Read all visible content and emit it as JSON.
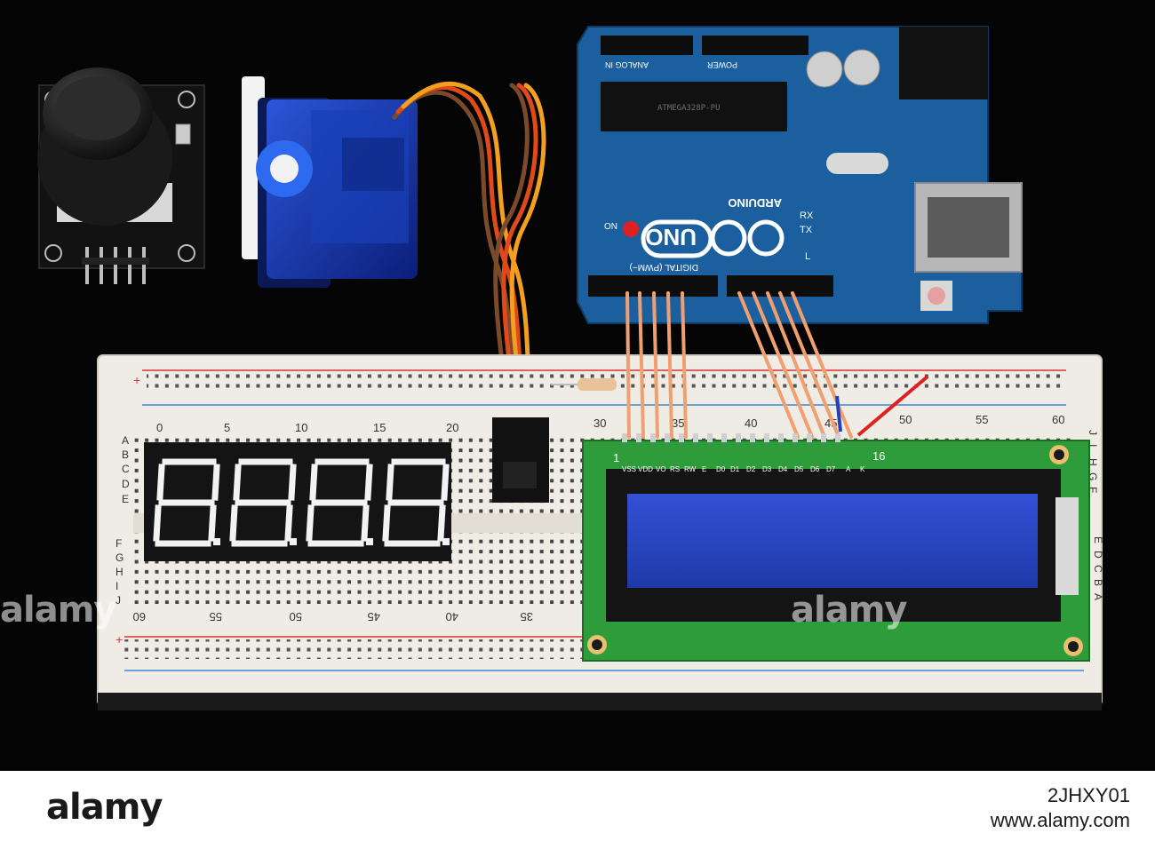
{
  "watermark": {
    "brand": "alamy",
    "image_id": "2JHXY01",
    "site": "www.alamy.com"
  },
  "arduino": {
    "brand": "ARDUINO",
    "model": "UNO",
    "header_digital": "DIGITAL (PWM~)",
    "header_power": "POWER",
    "header_analog": "ANALOG IN",
    "on_label": "ON",
    "tx_label": "TX",
    "rx_label": "RX",
    "l_label": "L"
  },
  "breadboard": {
    "top_numbers": [
      "0",
      "5",
      "10",
      "15",
      "20",
      "30",
      "35",
      "40",
      "45",
      "50",
      "55",
      "60"
    ],
    "bottom_numbers": [
      "60",
      "55",
      "50",
      "45",
      "40",
      "35"
    ],
    "left_letters_top": [
      "A",
      "B",
      "C",
      "D",
      "E"
    ],
    "left_letters_bottom": [
      "F",
      "G",
      "H",
      "I",
      "J"
    ],
    "right_letters": [
      "J",
      "I",
      "H",
      "G",
      "F",
      "E",
      "D",
      "C",
      "B",
      "A"
    ],
    "plus_sign": "+"
  },
  "lcd": {
    "pin_first": "1",
    "pin_last": "16",
    "pin_labels": [
      "VSS",
      "VDD",
      "VO",
      "RS",
      "RW",
      "E",
      "D0",
      "D1",
      "D2",
      "D3",
      "D4",
      "D5",
      "D6",
      "D7",
      "A",
      "K"
    ],
    "screen_color": "#2a47c8"
  },
  "seven_segment": {
    "digits": 4
  },
  "colors": {
    "background": "#050505",
    "board_blue": "#1b5f9e",
    "breadboard": "#f1eee8",
    "lcd_pcb": "#2e9c3a",
    "wire_orange": "#f0a070"
  }
}
